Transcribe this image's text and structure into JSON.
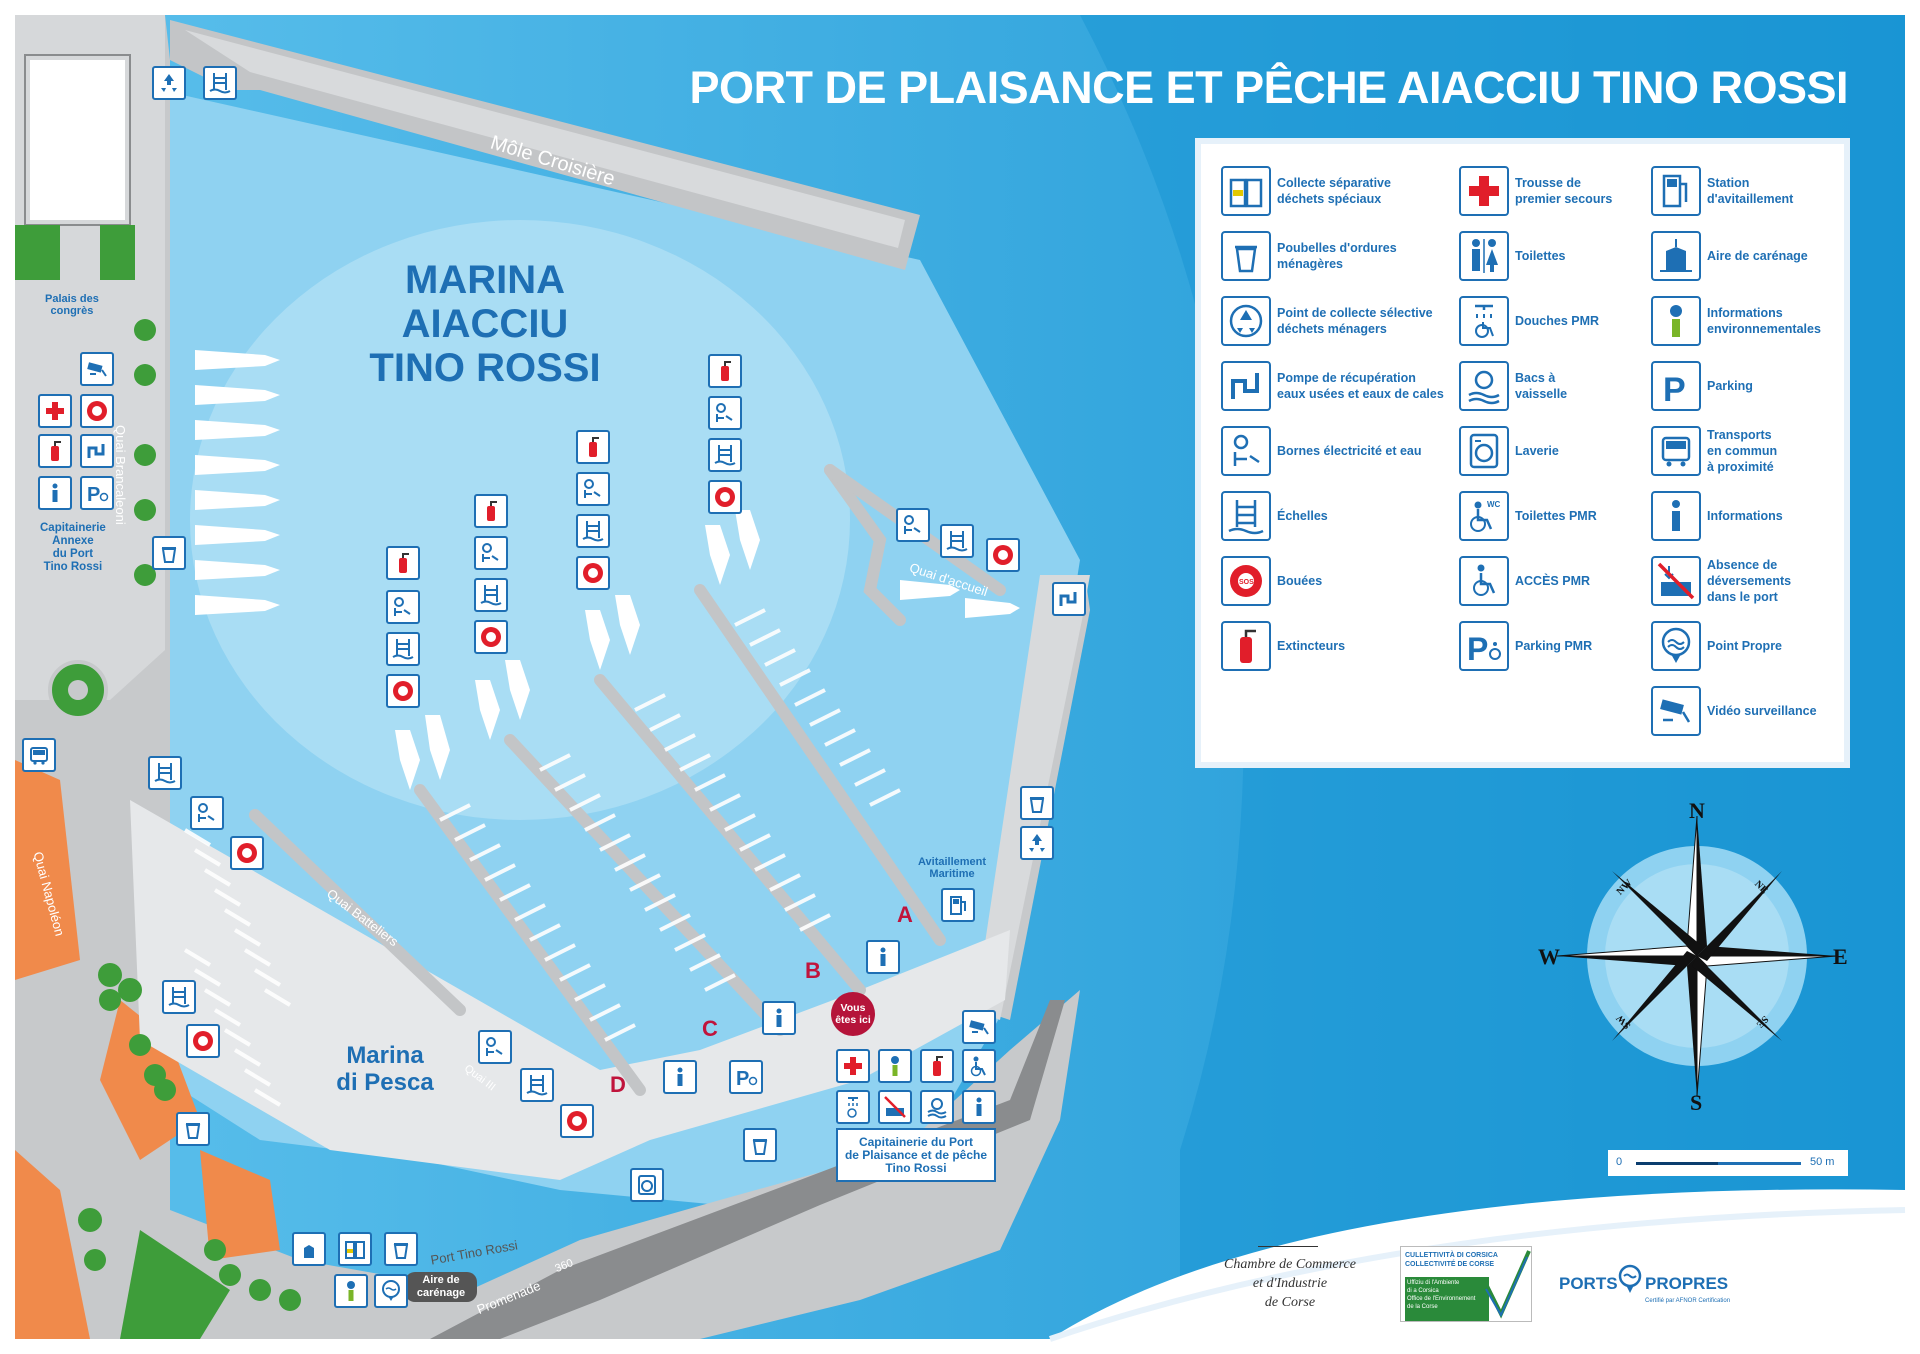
{
  "title": "PORT DE PLAISANCE ET PÊCHE AIACCIU TINO ROSSI",
  "marina_name": "MARINA\nAIACCIU\nTINO ROSSI",
  "marina_pesca": "Marina\ndi Pesca",
  "places": {
    "mole": "Môle Croisière",
    "palais": "Palais des\ncongrès",
    "quai_brancaleoni": "Quai Brancaleoni",
    "quai_napoleon": "Quai Napoléon",
    "quai_batteliers": "Quai Batteliers",
    "quai_iii": "Quai III",
    "quai_accueil": "Quai d'accueil",
    "avitaillement": "Avitaillement\nMaritime",
    "capitainerie_annexe": "Capitainerie\nAnnexe\ndu Port\nTino Rossi",
    "port_tino_rossi": "Port Tino Rossi",
    "promenade": "Promenade",
    "promenade_num": "360",
    "aire_carenage": "Aire de\ncarénage",
    "vous_etes_ici": "Vous\nêtes ici",
    "capitainerie": "Capitainerie du Port\nde Plaisance et de pêche\nTino Rossi"
  },
  "pontoons": [
    "A",
    "B",
    "C",
    "D"
  ],
  "legend": {
    "col1": [
      {
        "icon": "waste-special-icon",
        "text": "Collecte séparative\ndéchets spéciaux"
      },
      {
        "icon": "trash-bin-icon",
        "text": "Poubelles d'ordures\nménagères"
      },
      {
        "icon": "recycle-icon",
        "text": "Point de collecte sélective\ndéchets ménagers"
      },
      {
        "icon": "pump-icon",
        "text": "Pompe de récupération\neaux usées et eaux de cales"
      },
      {
        "icon": "power-water-icon",
        "text": "Bornes électricité et eau"
      },
      {
        "icon": "ladder-icon",
        "text": "Échelles"
      },
      {
        "icon": "lifebuoy-icon",
        "text": "Bouées"
      },
      {
        "icon": "extinguisher-icon",
        "text": "Extincteurs"
      }
    ],
    "col2": [
      {
        "icon": "first-aid-icon",
        "text": "Trousse de\npremier secours"
      },
      {
        "icon": "toilets-icon",
        "text": "Toilettes"
      },
      {
        "icon": "shower-pmr-icon",
        "text": "Douches PMR"
      },
      {
        "icon": "dish-wash-icon",
        "text": "Bacs à\nvaisselle"
      },
      {
        "icon": "laundry-icon",
        "text": "Laverie"
      },
      {
        "icon": "toilets-pmr-icon",
        "text": "Toilettes PMR"
      },
      {
        "icon": "wheelchair-icon",
        "text": "ACCÈS PMR"
      },
      {
        "icon": "parking-pmr-icon",
        "text": "Parking PMR"
      }
    ],
    "col3": [
      {
        "icon": "fuel-icon",
        "text": "Station\nd'avitaillement"
      },
      {
        "icon": "careening-icon",
        "text": "Aire de carénage"
      },
      {
        "icon": "environment-info-icon",
        "text": "Informations\nenvironnementales"
      },
      {
        "icon": "parking-icon",
        "text": "Parking"
      },
      {
        "icon": "bus-icon",
        "text": "Transports\nen commun\nà proximité"
      },
      {
        "icon": "info-icon",
        "text": "Informations"
      },
      {
        "icon": "no-discharge-icon",
        "text": "Absence de\ndéversements\ndans le port"
      },
      {
        "icon": "clean-point-icon",
        "text": "Point Propre"
      },
      {
        "icon": "cctv-icon",
        "text": "Vidéo surveillance"
      }
    ]
  },
  "compass": {
    "n": "N",
    "s": "S",
    "e": "E",
    "w": "W",
    "ne": "NE",
    "nw": "NW",
    "se": "SE",
    "sw": "SW"
  },
  "scale": {
    "start": "0",
    "end": "50 m"
  },
  "footer": {
    "cci": "Chambre de Commerce\net d'Industrie\nde Corse",
    "ctc": "CULLETTIVITÀ DI CORSICA\nCOLLECTIVITÉ DE CORSE",
    "oec": "Uffiziu di l'Ambiente\ndi a Corsica\nOffice de l'Environnement\nde la Corse",
    "ports_propres_a": "PORTS",
    "ports_propres_b": "PROPRES",
    "ports_propres_sub": "Certifié par AFNOR Certification"
  },
  "colors": {
    "sea_open": "#1a9fd8",
    "sea_marina": "#8fd2f1",
    "quay": "#d4d6d8",
    "accent": "#1e6fb4",
    "red": "#c0143c"
  }
}
